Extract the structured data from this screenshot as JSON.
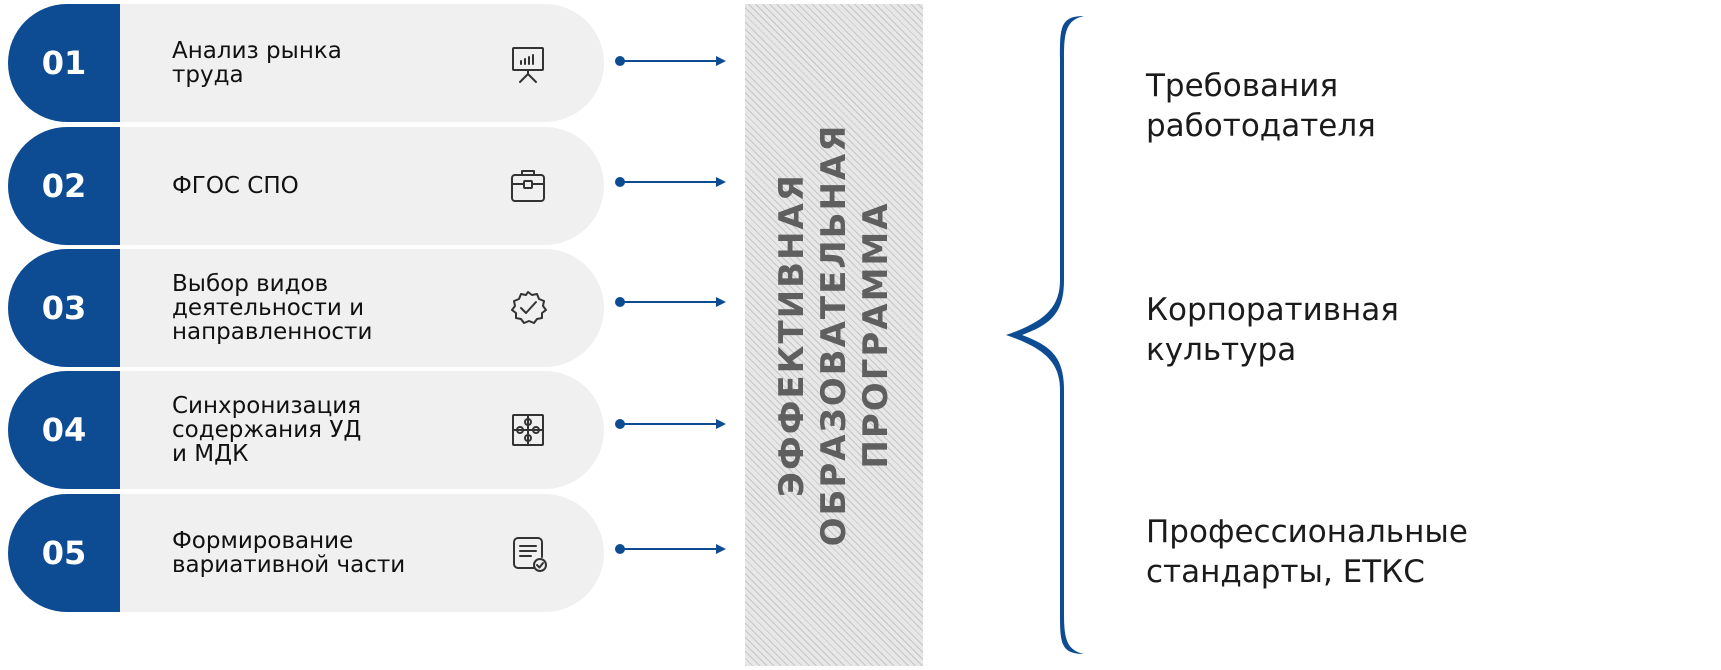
{
  "steps": [
    {
      "number": "01",
      "label": "Анализ рынка\nтруда",
      "icon": "presentation-chart-icon"
    },
    {
      "number": "02",
      "label": "ФГОС СПО",
      "icon": "briefcase-icon"
    },
    {
      "number": "03",
      "label": "Выбор видов\nдеятельности и\nнаправленности",
      "icon": "check-badge-icon"
    },
    {
      "number": "04",
      "label": "Синхронизация\nсодержания УД\nи МДК",
      "icon": "puzzle-icon"
    },
    {
      "number": "05",
      "label": "Формирование\nвариативной части",
      "icon": "document-check-icon"
    }
  ],
  "banner": {
    "lines": [
      "ЭФФЕКТИВНАЯ",
      "ОБРАЗОВАТЕЛЬНАЯ",
      "ПРОГРАММА"
    ]
  },
  "requirements": [
    "Требования\nработодателя",
    "Корпоративная\nкультура",
    "Профессиональные\nстандарты, ЕТКС"
  ],
  "colors": {
    "accent": "#0d4c93",
    "pill_background": "#f0f0f0",
    "banner_text": "#5f5f5f"
  }
}
